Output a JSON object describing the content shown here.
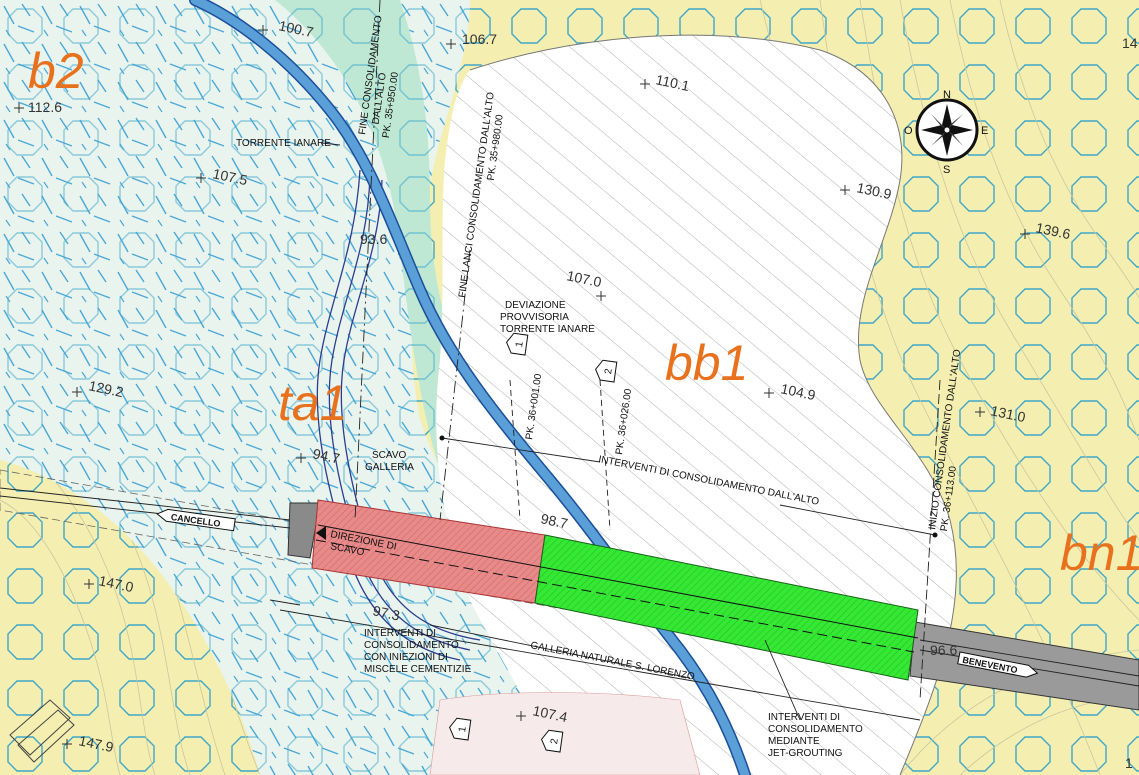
{
  "colors": {
    "zone_label": "#e8711e",
    "yellow_terrain": "#f4efb0",
    "alluvial_light": "#eaf4ef",
    "alluvial_green": "#bfe8d4",
    "river": "#5a9fd8",
    "excavation_red": "#e88a8a",
    "jet_grouting_green": "#34e834",
    "tunnel_grey": "#8a8a8a"
  },
  "zones": {
    "b2": "b2",
    "ta1": "ta1",
    "bb1": "bb1",
    "bn1": "bn1"
  },
  "elevations": [
    "100.7",
    "106.7",
    "110.1",
    "112.6",
    "107.5",
    "93.6",
    "107.0",
    "130.9",
    "139.6",
    "129.2",
    "104.9",
    "131.0",
    "94.7",
    "98.7",
    "147.0",
    "97.3",
    "96.6",
    "107.4",
    "147.9",
    "14",
    "1"
  ],
  "compass": {
    "n": "N",
    "s": "S",
    "e": "E",
    "w": "O"
  },
  "labels": {
    "torrente_ianare": "TORRENTE IANARE",
    "fine_consolidamento_1": "FINE CONSOLIDAMENTO",
    "fine_consolidamento_2": "DALL'ALTO",
    "fine_consolidamento_pk": "PK. 35+950.00",
    "fine_lanci_1": "FINE LANCI CONSOLIDAMENTO DALL'ALTO",
    "fine_lanci_pk": "PK. 35+980.00",
    "deviazione_1": "DEVIAZIONE",
    "deviazione_2": "PROVVISORIA",
    "deviazione_3": "TORRENTE IANARE",
    "pk_36_001": "PK. 36+001.00",
    "pk_36_026": "PK. 36+026.00",
    "section_1": "1",
    "section_2": "2",
    "scavo_1": "SCAVO",
    "scavo_2": "GALLERIA",
    "interventi_alto": "INTERVENTI DI CONSOLIDAMENTO DALL'ALTO",
    "inizio_consolidamento": "INIZIO CONSOLIDAMENTO DALL'ALTO",
    "inizio_pk": "PK. 36+113.00",
    "direzione_1": "DIREZIONE DI",
    "direzione_2": "SCAVO",
    "cancello": "CANCELLO",
    "benevento": "BENEVENTO",
    "galleria_naturale": "GALLERIA NATURALE S. LORENZO",
    "iniezioni_1": "INTERVENTI DI",
    "iniezioni_2": "CONSOLIDAMENTO",
    "iniezioni_3": "CON INIEZIONI DI",
    "iniezioni_4": "MISCELE CEMENTIZIE",
    "jet_1": "INTERVENTI DI",
    "jet_2": "CONSOLIDAMENTO",
    "jet_3": "MEDIANTE",
    "jet_4": "JET-GROUTING"
  }
}
